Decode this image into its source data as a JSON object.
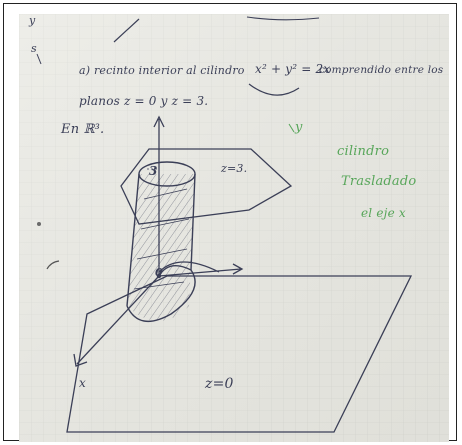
{
  "notes": {
    "margin_mark_top": "y",
    "margin_mark_bottom": "s",
    "statement_line1_a": "a) recinto interior al cilindro",
    "statement_equation": "x² + y² = 2x",
    "statement_line1_b": "comprendido entre los",
    "statement_line2": "planos z = 0  y z = 3.",
    "space_label": "En ℝ³.",
    "green_mark": "y",
    "green_word1": "cilindro",
    "green_word2": "Trasladado",
    "green_word3": "el eje x"
  },
  "sketch": {
    "top_plane_value": "3",
    "top_plane_label": "z=3.",
    "bottom_plane_label": "z=0",
    "origin_label": "0",
    "axis_label_x": "x"
  },
  "colors": {
    "ink": "#3b3f57",
    "green_ink": "#58a65a",
    "paper": "#e9e9e3",
    "grid": "#c9cbc6"
  }
}
